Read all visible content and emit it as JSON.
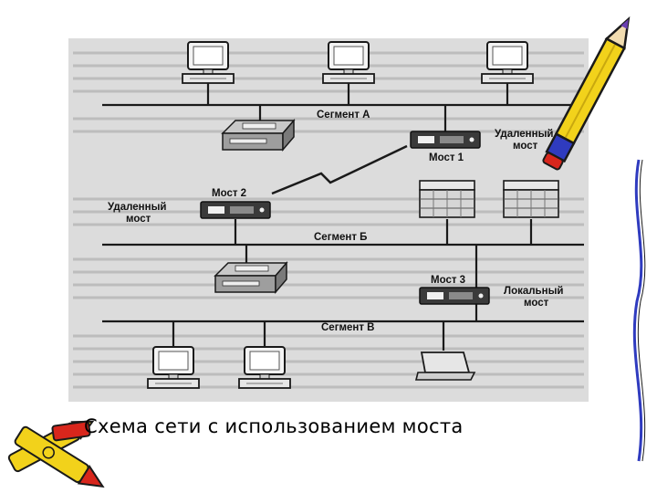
{
  "diagram": {
    "labels": {
      "segment_a": "Сегмент А",
      "segment_b": "Сегмент Б",
      "segment_v": "Сегмент В",
      "bridge_1": "Мост 1",
      "bridge_2": "Мост 2",
      "bridge_3": "Мост 3",
      "remote_bridge_1_line1": "Удаленный",
      "remote_bridge_1_line2": "мост",
      "remote_bridge_2_line1": "Удаленный",
      "remote_bridge_2_line2": "мост",
      "local_bridge_line1": "Локальный",
      "local_bridge_line2": "мост"
    }
  },
  "caption": "Схема сети с использованием моста",
  "colors": {
    "ink": "#1a1a1a",
    "background_paper": "#d9d9d9",
    "pencil_yellow": "#f2d21b",
    "pencil_red": "#d8261c",
    "pencil_blue": "#2f3bbf"
  },
  "icons": [
    "pencil-icon",
    "crayon-icon",
    "computer-icon",
    "server-icon",
    "printer-icon",
    "laptop-icon",
    "bridge-device-icon",
    "wan-link-icon"
  ]
}
